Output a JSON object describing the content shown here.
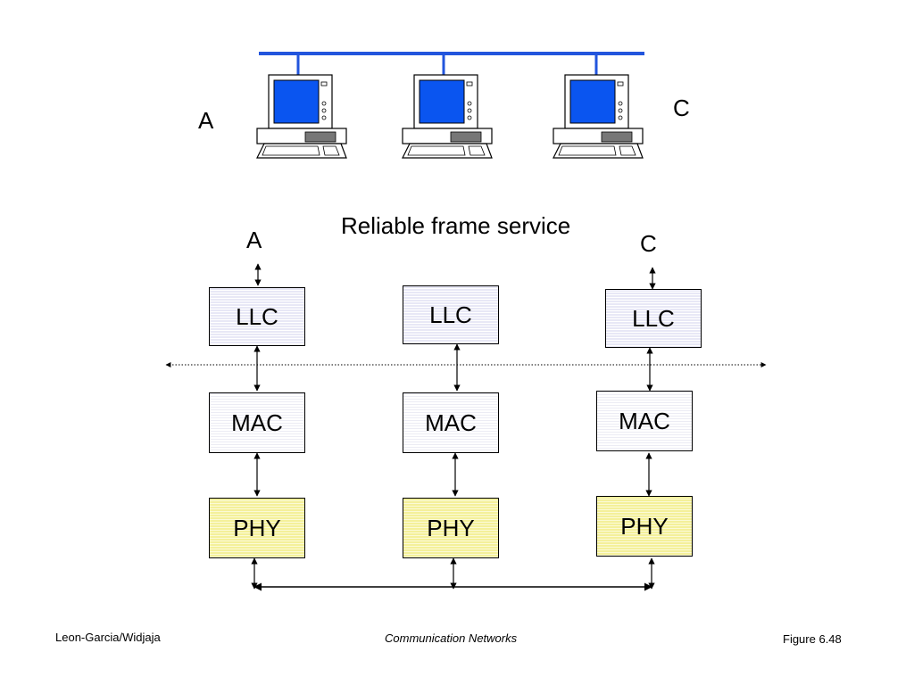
{
  "top_labels": {
    "left": "A",
    "right": "C"
  },
  "service_label": "Reliable frame service",
  "stack_labels": {
    "left": "A",
    "right": "C"
  },
  "layers": {
    "llc": "LLC",
    "mac": "MAC",
    "phy": "PHY"
  },
  "footer": {
    "left": "Leon-Garcia/Widjaja",
    "center": "Communication Networks",
    "right": "Figure 6.48"
  },
  "colors": {
    "bus": "#2255dd",
    "screen": "#0a55f0",
    "llc_fill": "#e8e8f6",
    "phy_fill": "#f4f09a"
  }
}
